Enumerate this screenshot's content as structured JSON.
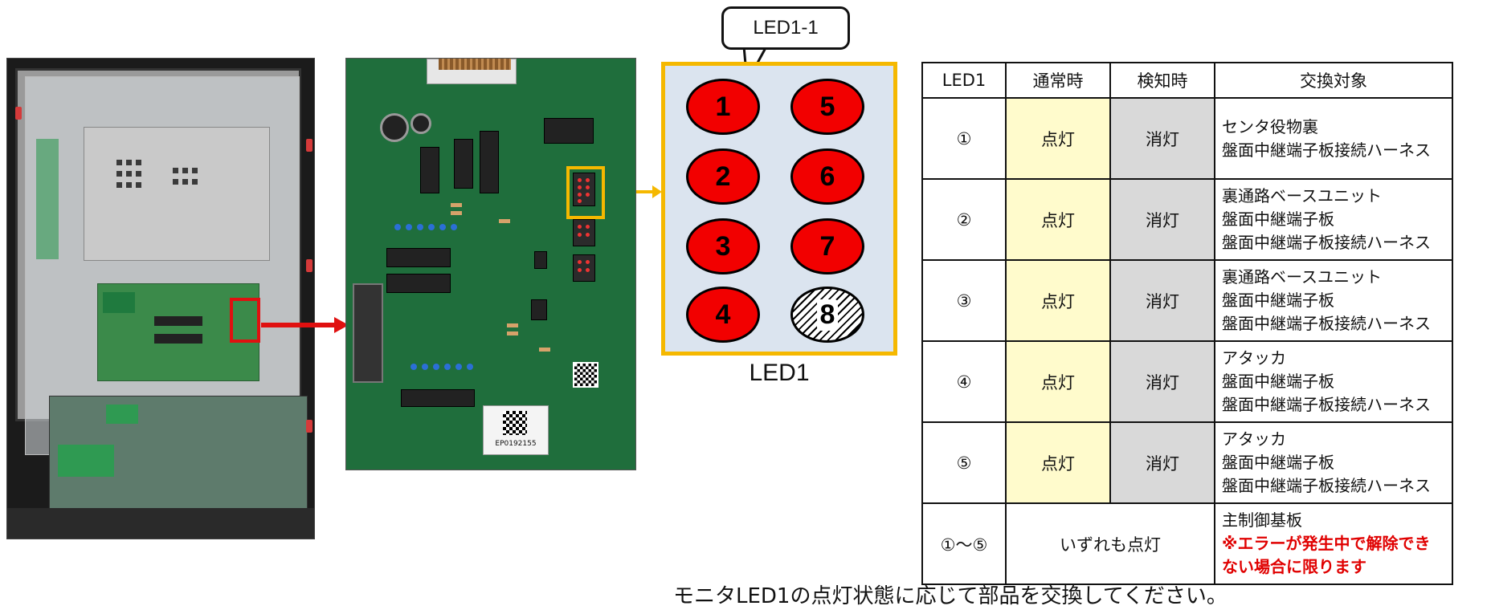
{
  "callout": {
    "text": "LED1-1"
  },
  "led_diagram": {
    "caption": "LED1",
    "leds": [
      {
        "label": "1",
        "state": "lit"
      },
      {
        "label": "5",
        "state": "lit"
      },
      {
        "label": "2",
        "state": "lit"
      },
      {
        "label": "6",
        "state": "lit"
      },
      {
        "label": "3",
        "state": "lit"
      },
      {
        "label": "7",
        "state": "lit"
      },
      {
        "label": "4",
        "state": "lit"
      },
      {
        "label": "8",
        "state": "unused"
      }
    ]
  },
  "board_photo": {
    "qr_label": "EP0192155"
  },
  "table": {
    "headers": [
      "LED1",
      "通常時",
      "検知時",
      "交換対象"
    ],
    "rows": [
      {
        "led": "①",
        "normal": "点灯",
        "detect": "消灯",
        "targets": [
          "センタ役物裏",
          "盤面中継端子板接続ハーネス"
        ]
      },
      {
        "led": "②",
        "normal": "点灯",
        "detect": "消灯",
        "targets": [
          "裏通路ベースユニット",
          "盤面中継端子板",
          "盤面中継端子板接続ハーネス"
        ]
      },
      {
        "led": "③",
        "normal": "点灯",
        "detect": "消灯",
        "targets": [
          "裏通路ベースユニット",
          "盤面中継端子板",
          "盤面中継端子板接続ハーネス"
        ]
      },
      {
        "led": "④",
        "normal": "点灯",
        "detect": "消灯",
        "targets": [
          "アタッカ",
          "盤面中継端子板",
          "盤面中継端子板接続ハーネス"
        ]
      },
      {
        "led": "⑤",
        "normal": "点灯",
        "detect": "消灯",
        "targets": [
          "アタッカ",
          "盤面中継端子板",
          "盤面中継端子板接続ハーネス"
        ]
      }
    ],
    "last_row": {
      "led": "①～⑤",
      "state": "いずれも点灯",
      "target": "主制御基板",
      "note_line1": "※エラーが発生中で解除でき",
      "note_line2": "ない場合に限ります"
    }
  },
  "footer": "モニタLED1の点灯状態に応じて部品を交換してください。",
  "colors": {
    "led_lit": "#f20000",
    "highlight_red": "#e01010",
    "highlight_yellow": "#f5b800",
    "panel_bg": "#dbe4ef",
    "normal_cell": "#fffbcc",
    "detect_cell": "#d9d9d9"
  }
}
